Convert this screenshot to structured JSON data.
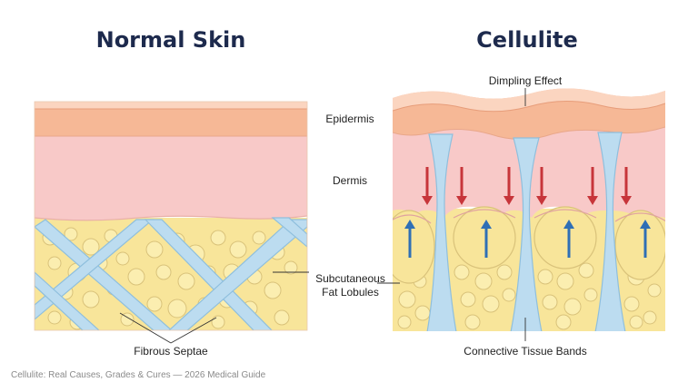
{
  "titles": {
    "left": "Normal Skin",
    "right": "Cellulite"
  },
  "labels": {
    "dimpling": "Dimpling Effect",
    "epidermis": "Epidermis",
    "dermis": "Dermis",
    "subcutaneous_line1": "Subcutaneous",
    "subcutaneous_line2": "Fat Lobules",
    "fibrous_septae": "Fibrous Septae",
    "connective_bands": "Connective Tissue Bands"
  },
  "footer": "Cellulite: Real Causes, Grades & Cures — 2026 Medical Guide",
  "colors": {
    "epidermis": "#f6b896",
    "epidermis_light": "#fbd5c0",
    "dermis": "#f8c9c8",
    "fat": "#f8e59a",
    "fat_cell": "#fbeeb0",
    "fat_outline": "#d9c27a",
    "septae": "#bcdcf0",
    "septae_edge": "#8fbfdd",
    "arrow_down": "#c7353a",
    "arrow_up": "#2f6fb5"
  }
}
